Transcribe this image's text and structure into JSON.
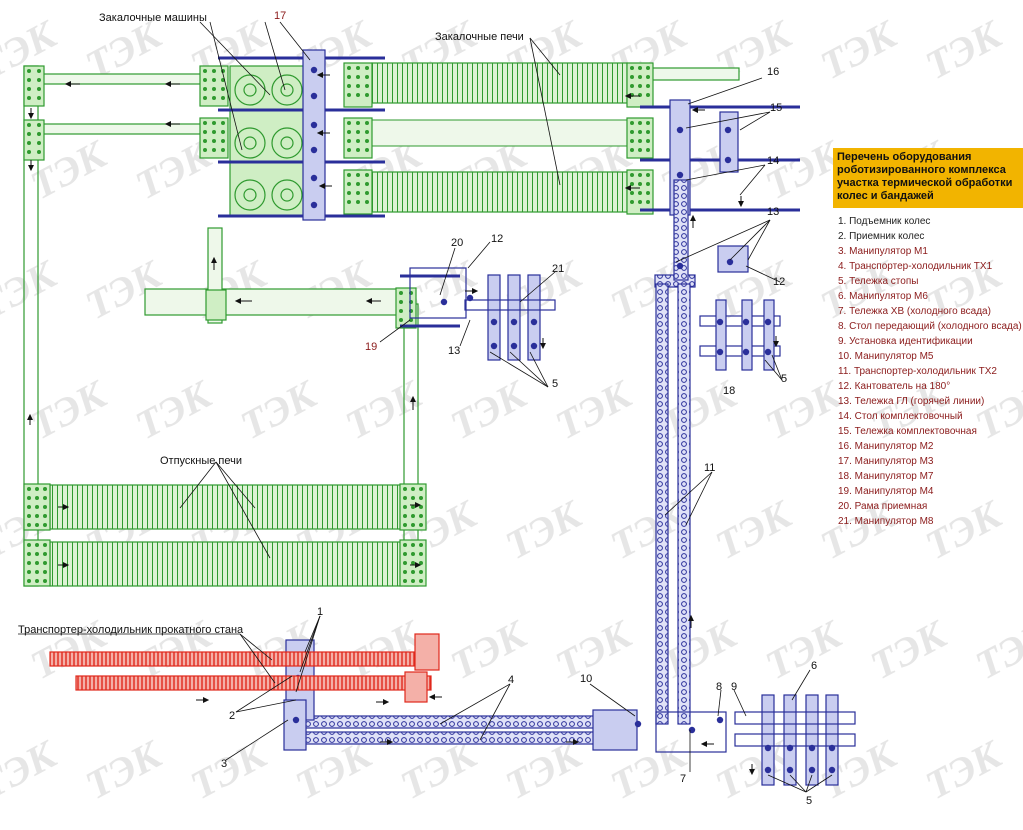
{
  "labels": {
    "quench_machines": "Закалочные машины",
    "quench_furnaces": "Закалочные печи",
    "temper_furnaces": "Отпускные печи",
    "mill_conveyor": "Транспортер-холодильник прокатного стана"
  },
  "callouts": [
    "1",
    "2",
    "3",
    "4",
    "5",
    "6",
    "7",
    "8",
    "9",
    "10",
    "11",
    "12",
    "13",
    "14",
    "15",
    "16",
    "17",
    "18",
    "19",
    "20",
    "21"
  ],
  "legend": {
    "title": "Перечень оборудования роботизированного комплекса участка термической обработки колес и бандажей",
    "items": [
      "1. Подъемник колес",
      "2. Приемник колес",
      "3. Манипулятор М1",
      "4. Транспортер-холодильник ТХ1",
      "5. Тележка стопы",
      "6. Манипулятор М6",
      "7. Тележка ХВ (холодного всада)",
      "8. Стол передающий (холодного всада)",
      "9. Установка идентификации",
      "10. Манипулятор М5",
      "11. Транспортер-холодильник ТХ2",
      "12. Кантователь на 180°",
      "13. Тележка ГЛ (горячей линии)",
      "14. Стол комплектовочный",
      "15. Тележка комплектовочная",
      "16. Манипулятор М2",
      "17. Манипулятор М3",
      "18. Манипулятор М7",
      "19. Манипулятор М4",
      "20. Рама приемная",
      "21. Манипулятор М8"
    ]
  },
  "watermark": "ТЭК",
  "colors": {
    "green": "#2f9a2f",
    "green_fill": "#d8f0cf",
    "blue": "#2a2f9a",
    "blue_fill": "#c9cdf0",
    "red": "#e0281c",
    "legend_bg": "#f2b400",
    "legend_text": "#8b1b1b"
  }
}
